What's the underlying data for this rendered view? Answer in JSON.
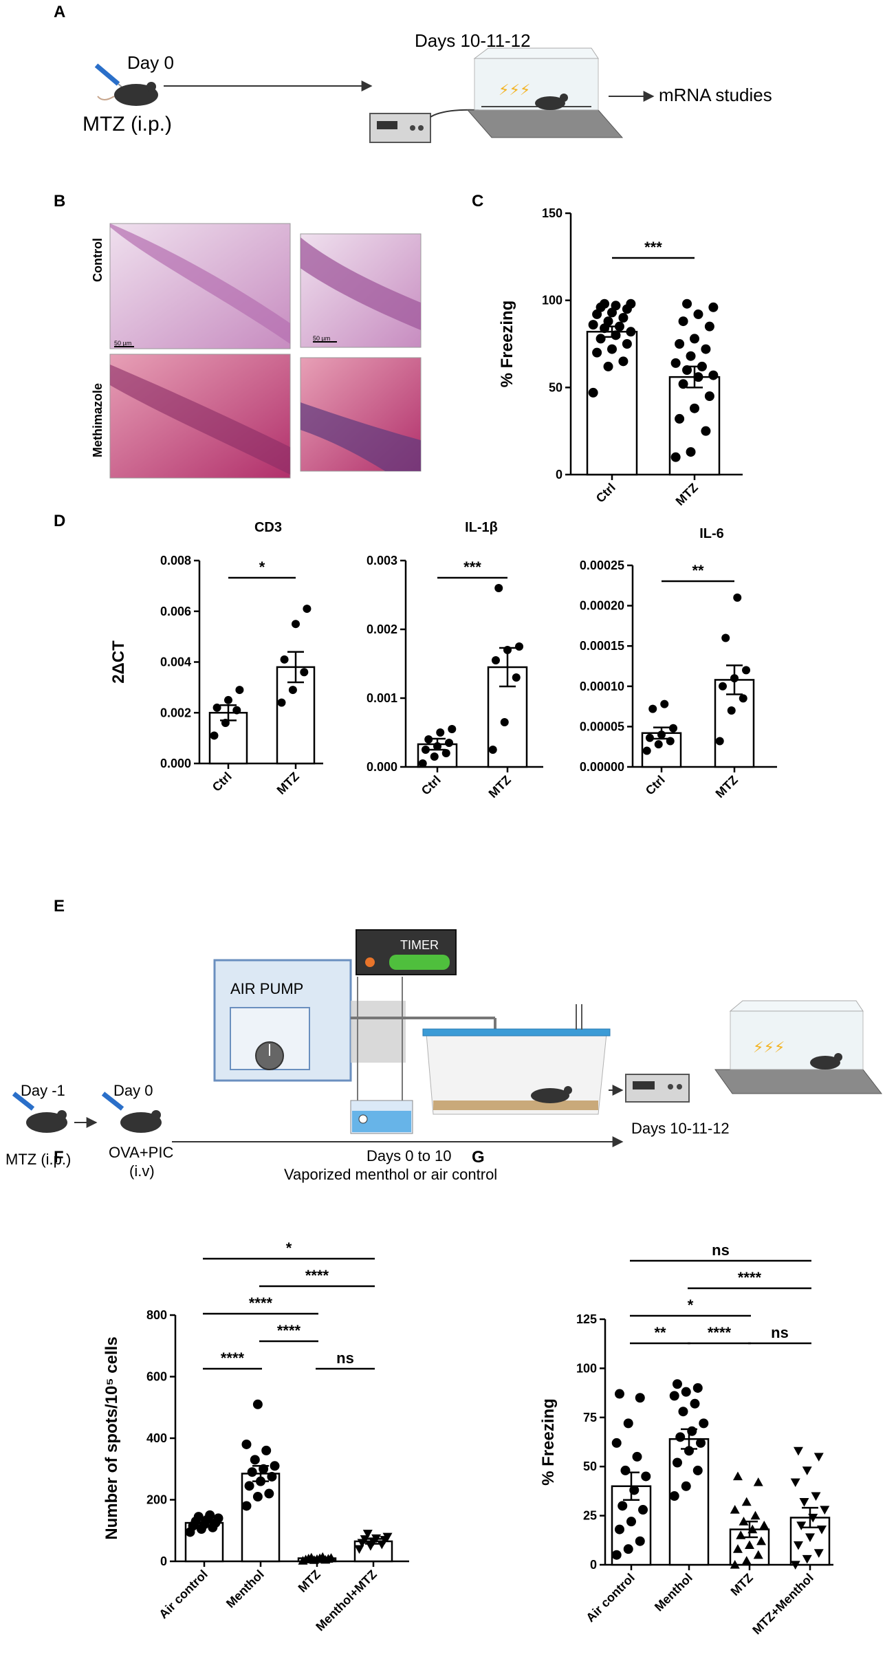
{
  "panels": {
    "a": "A",
    "b": "B",
    "c": "C",
    "d": "D",
    "e": "E",
    "f": "F",
    "g": "G"
  },
  "schemeA": {
    "day0": "Day 0",
    "mtz": "MTZ (i.p.)",
    "days": "Days 10-11-12",
    "mrna": "mRNA studies"
  },
  "histology": {
    "control": "Control",
    "methimazole": "Methimazole",
    "scale1": "50 µm",
    "scale2": "50 µm"
  },
  "schemeE": {
    "timer": "TIMER",
    "air_pump": "AIR PUMP",
    "day_m1": "Day -1",
    "day0": "Day 0",
    "mtz": "MTZ (i.p.)",
    "ova1": "OVA+PIC",
    "ova2": "(i.v)",
    "days0_10": "Days 0 to 10",
    "vapor": "Vaporized menthol or air control",
    "days": "Days 10-11-12"
  },
  "chart_data": [
    {
      "id": "C",
      "type": "bar",
      "categories": [
        "Ctrl",
        "MTZ"
      ],
      "values": [
        82,
        56
      ],
      "sem": [
        3,
        6
      ],
      "points": [
        [
          47,
          62,
          65,
          70,
          72,
          75,
          78,
          80,
          82,
          84,
          85,
          86,
          88,
          90,
          92,
          93,
          95,
          96,
          97,
          98,
          98
        ],
        [
          10,
          13,
          25,
          32,
          38,
          45,
          52,
          56,
          57,
          60,
          62,
          64,
          68,
          72,
          75,
          78,
          85,
          88,
          92,
          96,
          98
        ]
      ],
      "ylabel": "% Freezing",
      "ylim": [
        0,
        150
      ],
      "yticks": [
        0,
        50,
        100,
        150
      ],
      "comparisons": [
        {
          "from": 0,
          "to": 1,
          "label": "***"
        }
      ]
    },
    {
      "id": "D1",
      "type": "bar",
      "title": "CD3",
      "categories": [
        "Ctrl",
        "MTZ"
      ],
      "values": [
        0.002,
        0.0038
      ],
      "sem": [
        0.0003,
        0.0006
      ],
      "points": [
        [
          0.0011,
          0.0016,
          0.0021,
          0.0022,
          0.0025,
          0.0029
        ],
        [
          0.0024,
          0.0029,
          0.0036,
          0.0041,
          0.0055,
          0.0061
        ]
      ],
      "ylabel": "2ΔCT",
      "ylim": [
        0,
        0.008
      ],
      "yticks": [
        "0.000",
        "0.002",
        "0.004",
        "0.006",
        "0.008"
      ],
      "comparisons": [
        {
          "from": 0,
          "to": 1,
          "label": "*"
        }
      ]
    },
    {
      "id": "D2",
      "type": "bar",
      "title": "IL-1β",
      "categories": [
        "Ctrl",
        "MTZ"
      ],
      "values": [
        0.00033,
        0.00145
      ],
      "sem": [
        8e-05,
        0.00028
      ],
      "points": [
        [
          5e-05,
          0.00015,
          0.0002,
          0.00025,
          0.0003,
          0.00035,
          0.0004,
          0.0005,
          0.00055
        ],
        [
          0.00025,
          0.00065,
          0.0013,
          0.00155,
          0.0017,
          0.00175,
          0.0026
        ]
      ],
      "ylim": [
        0,
        0.003
      ],
      "yticks": [
        "0.000",
        "0.001",
        "0.002",
        "0.003"
      ],
      "comparisons": [
        {
          "from": 0,
          "to": 1,
          "label": "***"
        }
      ]
    },
    {
      "id": "D3",
      "type": "bar",
      "title": "IL-6",
      "categories": [
        "Ctrl",
        "MTZ"
      ],
      "values": [
        4.2e-05,
        0.000108
      ],
      "sem": [
        7e-06,
        1.8e-05
      ],
      "points": [
        [
          2e-05,
          2.8e-05,
          3.2e-05,
          3.6e-05,
          4e-05,
          4.8e-05,
          7.2e-05,
          7.8e-05
        ],
        [
          3.2e-05,
          7e-05,
          8.5e-05,
          0.0001,
          0.00011,
          0.00012,
          0.00016,
          0.00021
        ]
      ],
      "ylim": [
        0,
        0.00025
      ],
      "yticks": [
        "0.00000",
        "0.00005",
        "0.00010",
        "0.00015",
        "0.00020",
        "0.00025"
      ],
      "comparisons": [
        {
          "from": 0,
          "to": 1,
          "label": "**"
        }
      ]
    },
    {
      "id": "F",
      "type": "bar",
      "categories": [
        "Air control",
        "Menthol",
        "MTZ",
        "Menthol+MTZ"
      ],
      "values": [
        125,
        285,
        10,
        65
      ],
      "sem": [
        10,
        25,
        2,
        8
      ],
      "markers": [
        "circle",
        "circle",
        "triangle",
        "triangle-down"
      ],
      "points": [
        [
          95,
          105,
          110,
          115,
          120,
          125,
          130,
          135,
          140,
          145,
          150
        ],
        [
          180,
          210,
          220,
          245,
          260,
          275,
          290,
          300,
          310,
          330,
          360,
          380,
          510
        ],
        [
          2,
          4,
          5,
          6,
          7,
          8,
          9,
          10,
          11,
          12,
          14
        ],
        [
          40,
          50,
          55,
          60,
          65,
          70,
          72,
          75,
          80,
          90
        ]
      ],
      "ylabel": "Number of spots/10⁵ cells",
      "ylim": [
        0,
        800
      ],
      "yticks": [
        0,
        200,
        400,
        600,
        800
      ],
      "comparisons": [
        {
          "from": 0,
          "to": 3,
          "label": "*",
          "row": 0
        },
        {
          "from": 1,
          "to": 3,
          "label": "****",
          "row": 1
        },
        {
          "from": 0,
          "to": 2,
          "label": "****",
          "row": 2
        },
        {
          "from": 1,
          "to": 2,
          "label": "****",
          "row": 3
        },
        {
          "from": 0,
          "to": 1,
          "label": "****",
          "row": 4
        },
        {
          "from": 2,
          "to": 3,
          "label": "ns",
          "row": 4
        }
      ]
    },
    {
      "id": "G",
      "type": "bar",
      "categories": [
        "Air control",
        "Menthol",
        "MTZ",
        "MTZ+Menthol"
      ],
      "values": [
        40,
        64,
        18,
        24
      ],
      "sem": [
        7,
        5,
        4,
        5
      ],
      "markers": [
        "circle",
        "circle",
        "triangle",
        "triangle-down"
      ],
      "points": [
        [
          5,
          8,
          12,
          18,
          22,
          28,
          30,
          38,
          45,
          48,
          55,
          62,
          72,
          85,
          87
        ],
        [
          35,
          40,
          48,
          52,
          58,
          62,
          65,
          68,
          72,
          78,
          82,
          86,
          88,
          90,
          92
        ],
        [
          0,
          2,
          5,
          8,
          10,
          12,
          15,
          18,
          20,
          22,
          25,
          28,
          32,
          42,
          45
        ],
        [
          0,
          3,
          6,
          10,
          14,
          18,
          20,
          24,
          28,
          32,
          35,
          42,
          48,
          55,
          58
        ]
      ],
      "ylabel": "% Freezing",
      "ylim": [
        0,
        125
      ],
      "yticks": [
        0,
        25,
        50,
        75,
        100,
        125
      ],
      "comparisons": [
        {
          "from": 0,
          "to": 3,
          "label": "ns",
          "row": 0
        },
        {
          "from": 1,
          "to": 3,
          "label": "****",
          "row": 1
        },
        {
          "from": 0,
          "to": 2,
          "label": "*",
          "row": 2
        },
        {
          "from": 0,
          "to": 1,
          "label": "**",
          "row": 3
        },
        {
          "from": 1,
          "to": 2,
          "label": "****",
          "row": 3
        },
        {
          "from": 2,
          "to": 3,
          "label": "ns",
          "row": 3
        }
      ]
    }
  ]
}
